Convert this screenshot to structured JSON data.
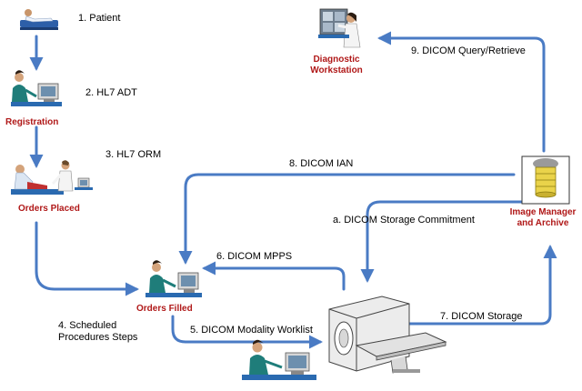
{
  "nodes": {
    "registration": "Registration",
    "orders_placed": "Orders Placed",
    "orders_filled": "Orders Filled",
    "workstation_line1": "Diagnostic",
    "workstation_line2": "Workstation",
    "image_manager_line1": "Image Manager",
    "image_manager_line2": "and Archive"
  },
  "steps": {
    "s1": "1. Patient",
    "s2": "2. HL7 ADT",
    "s3": "3. HL7 ORM",
    "s4_line1": "4. Scheduled",
    "s4_line2": "Procedures Steps",
    "s5": "5. DICOM Modality Worklist",
    "s6": "6. DICOM MPPS",
    "s7": "7. DICOM Storage",
    "s8": "8. DICOM IAN",
    "s9": "9. DICOM Query/Retrieve",
    "sa": "a. DICOM Storage Commitment"
  },
  "colors": {
    "arrow": "#4a7bc4",
    "node_label": "#b01818"
  }
}
